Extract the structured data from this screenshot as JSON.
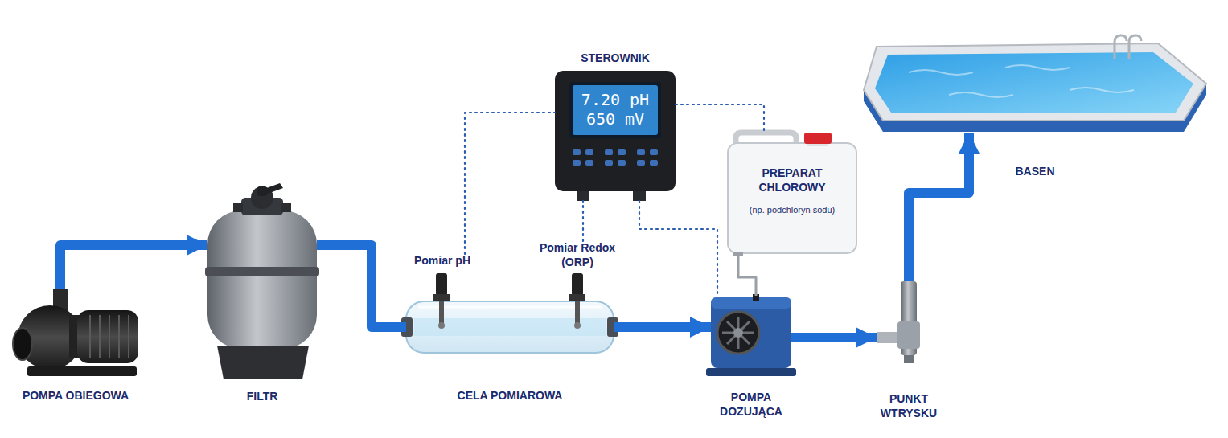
{
  "diagram": {
    "nodes": [
      {
        "text": [
          "POMPA OBIEGOWA"
        ]
      },
      {
        "text": [
          "FILTR"
        ]
      },
      {
        "text": [
          "Pomiar pH"
        ]
      },
      {
        "text": [
          "Pomiar Redox (ORP)"
        ]
      },
      {
        "text": [
          "CELA POMIAROWA"
        ]
      },
      {
        "text": [
          "STEROWNIK",
          "7.20 pH",
          "650 mV"
        ]
      },
      {
        "text": [
          "PREPARAT CHLOROWY",
          "(np. podchloryn sodu)"
        ]
      },
      {
        "text": [
          "POMPA DOZUJĄCA"
        ]
      },
      {
        "text": [
          "PUNKT WTRYSKU"
        ]
      },
      {
        "text": [
          "BASEN"
        ]
      }
    ],
    "edges": [
      {
        "from": 0,
        "to": 1,
        "arrow": "to"
      },
      {
        "from": 1,
        "to": 4,
        "arrow": "none"
      },
      {
        "from": 4,
        "to": 7,
        "arrow": "to"
      },
      {
        "from": 7,
        "to": 8,
        "arrow": "to"
      },
      {
        "from": 8,
        "to": 9,
        "arrow": "to"
      },
      {
        "from": 2,
        "to": 5,
        "arrow": "none"
      },
      {
        "from": 3,
        "to": 5,
        "arrow": "none"
      },
      {
        "from": 5,
        "to": 6,
        "arrow": "none"
      },
      {
        "from": 5,
        "to": 7,
        "arrow": "none"
      },
      {
        "from": 6,
        "to": 7,
        "arrow": "none"
      }
    ]
  }
}
